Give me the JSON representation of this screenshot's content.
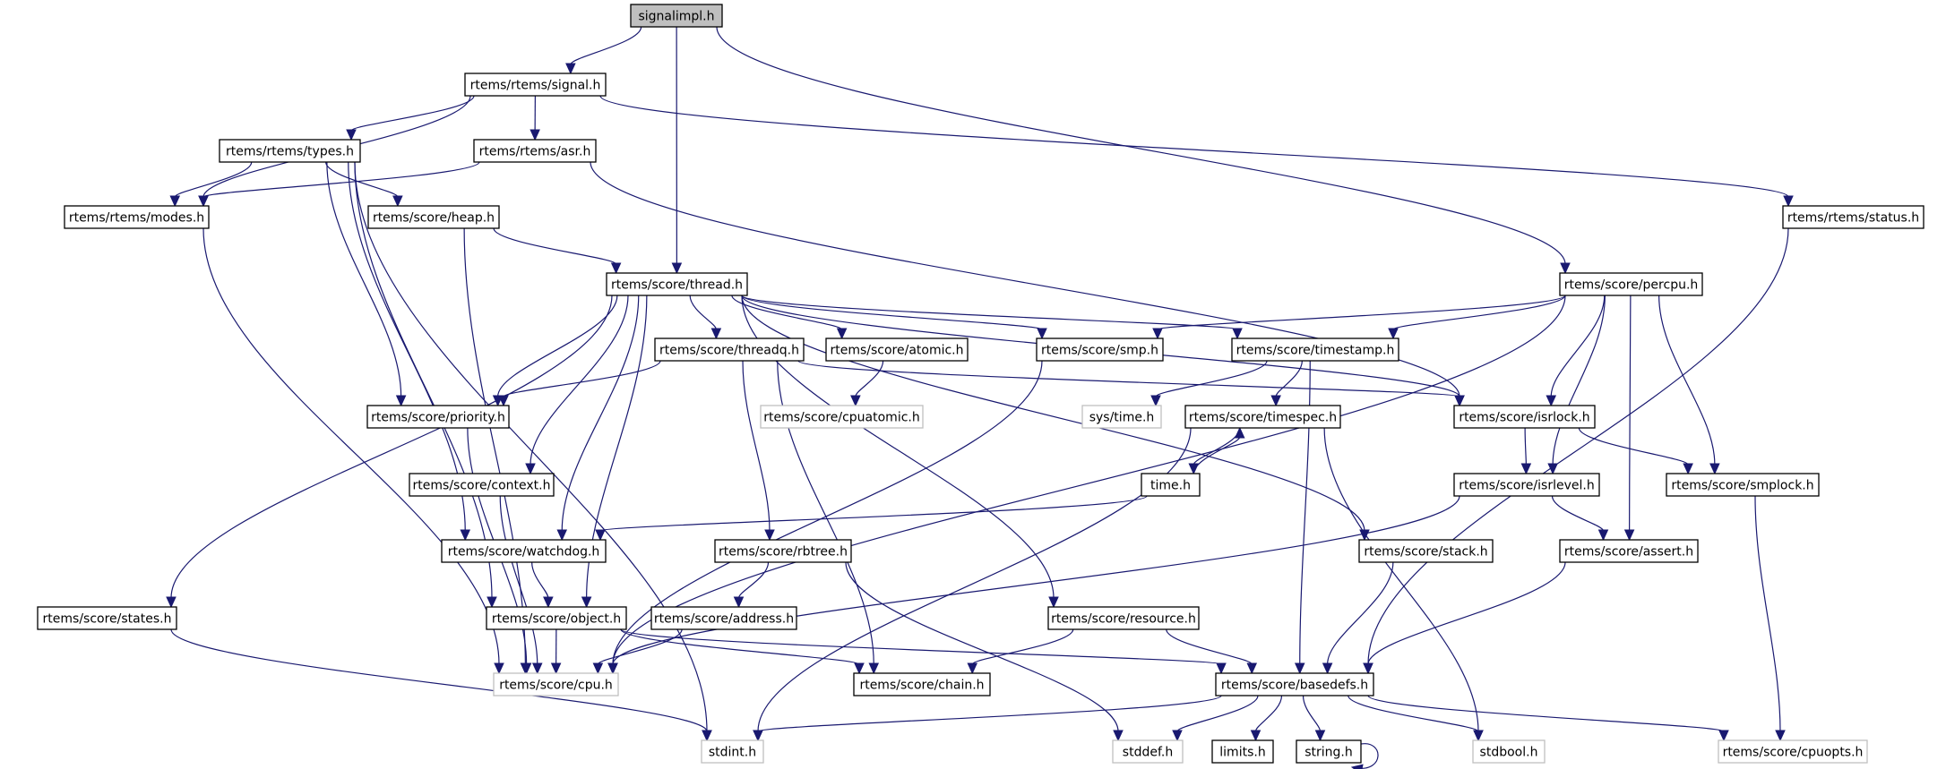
{
  "title": "signalimpl.h include dependency graph",
  "colors": {
    "edge": "#191970",
    "root_fill": "#bfbfbf",
    "node_border": "#000000",
    "external_border": "#bfbfbf"
  },
  "nodes": [
    {
      "id": "signalimpl",
      "label": "signalimpl.h",
      "kind": "root"
    },
    {
      "id": "signal",
      "label": "rtems/rtems/signal.h",
      "kind": "documented"
    },
    {
      "id": "types",
      "label": "rtems/rtems/types.h",
      "kind": "documented"
    },
    {
      "id": "asr",
      "label": "rtems/rtems/asr.h",
      "kind": "documented"
    },
    {
      "id": "modes",
      "label": "rtems/rtems/modes.h",
      "kind": "documented"
    },
    {
      "id": "heap",
      "label": "rtems/score/heap.h",
      "kind": "documented"
    },
    {
      "id": "status",
      "label": "rtems/rtems/status.h",
      "kind": "documented"
    },
    {
      "id": "thread",
      "label": "rtems/score/thread.h",
      "kind": "documented"
    },
    {
      "id": "percpu",
      "label": "rtems/score/percpu.h",
      "kind": "documented"
    },
    {
      "id": "threadq",
      "label": "rtems/score/threadq.h",
      "kind": "documented"
    },
    {
      "id": "atomic",
      "label": "rtems/score/atomic.h",
      "kind": "documented"
    },
    {
      "id": "smp",
      "label": "rtems/score/smp.h",
      "kind": "documented"
    },
    {
      "id": "timestamp",
      "label": "rtems/score/timestamp.h",
      "kind": "documented"
    },
    {
      "id": "priority",
      "label": "rtems/score/priority.h",
      "kind": "documented"
    },
    {
      "id": "cpuatomic",
      "label": "rtems/score/cpuatomic.h",
      "kind": "external"
    },
    {
      "id": "systime",
      "label": "sys/time.h",
      "kind": "external"
    },
    {
      "id": "timespec",
      "label": "rtems/score/timespec.h",
      "kind": "documented"
    },
    {
      "id": "isrlock",
      "label": "rtems/score/isrlock.h",
      "kind": "documented"
    },
    {
      "id": "context",
      "label": "rtems/score/context.h",
      "kind": "documented"
    },
    {
      "id": "time",
      "label": "time.h",
      "kind": "documented"
    },
    {
      "id": "isrlevel",
      "label": "rtems/score/isrlevel.h",
      "kind": "documented"
    },
    {
      "id": "smplock",
      "label": "rtems/score/smplock.h",
      "kind": "documented"
    },
    {
      "id": "watchdog",
      "label": "rtems/score/watchdog.h",
      "kind": "documented"
    },
    {
      "id": "rbtree",
      "label": "rtems/score/rbtree.h",
      "kind": "documented"
    },
    {
      "id": "stack",
      "label": "rtems/score/stack.h",
      "kind": "documented"
    },
    {
      "id": "assert",
      "label": "rtems/score/assert.h",
      "kind": "documented"
    },
    {
      "id": "states",
      "label": "rtems/score/states.h",
      "kind": "documented"
    },
    {
      "id": "object",
      "label": "rtems/score/object.h",
      "kind": "documented"
    },
    {
      "id": "address",
      "label": "rtems/score/address.h",
      "kind": "documented"
    },
    {
      "id": "resource",
      "label": "rtems/score/resource.h",
      "kind": "documented"
    },
    {
      "id": "cpu",
      "label": "rtems/score/cpu.h",
      "kind": "external"
    },
    {
      "id": "chain",
      "label": "rtems/score/chain.h",
      "kind": "documented"
    },
    {
      "id": "basedefs",
      "label": "rtems/score/basedefs.h",
      "kind": "documented"
    },
    {
      "id": "stdint",
      "label": "stdint.h",
      "kind": "external"
    },
    {
      "id": "stddef",
      "label": "stddef.h",
      "kind": "external"
    },
    {
      "id": "limits",
      "label": "limits.h",
      "kind": "documented"
    },
    {
      "id": "string",
      "label": "string.h",
      "kind": "documented"
    },
    {
      "id": "stdbool",
      "label": "stdbool.h",
      "kind": "external"
    },
    {
      "id": "cpuopts",
      "label": "rtems/score/cpuopts.h",
      "kind": "external"
    }
  ],
  "edges": [
    [
      "signalimpl",
      "signal"
    ],
    [
      "signalimpl",
      "thread"
    ],
    [
      "signalimpl",
      "percpu"
    ],
    [
      "signal",
      "types"
    ],
    [
      "signal",
      "asr"
    ],
    [
      "signal",
      "modes"
    ],
    [
      "signal",
      "status"
    ],
    [
      "types",
      "modes"
    ],
    [
      "types",
      "heap"
    ],
    [
      "types",
      "priority"
    ],
    [
      "types",
      "watchdog"
    ],
    [
      "types",
      "object"
    ],
    [
      "types",
      "stdint"
    ],
    [
      "asr",
      "modes"
    ],
    [
      "asr",
      "isrlock"
    ],
    [
      "modes",
      "cpu"
    ],
    [
      "heap",
      "thread"
    ],
    [
      "heap",
      "cpu"
    ],
    [
      "status",
      "basedefs"
    ],
    [
      "thread",
      "threadq"
    ],
    [
      "thread",
      "atomic"
    ],
    [
      "thread",
      "priority"
    ],
    [
      "thread",
      "context"
    ],
    [
      "thread",
      "watchdog"
    ],
    [
      "thread",
      "object"
    ],
    [
      "thread",
      "states"
    ],
    [
      "thread",
      "timestamp"
    ],
    [
      "thread",
      "isrlock"
    ],
    [
      "thread",
      "resource"
    ],
    [
      "thread",
      "stack"
    ],
    [
      "thread",
      "smp"
    ],
    [
      "percpu",
      "smp"
    ],
    [
      "percpu",
      "timestamp"
    ],
    [
      "percpu",
      "cpu"
    ],
    [
      "percpu",
      "isrlock"
    ],
    [
      "percpu",
      "isrlevel"
    ],
    [
      "percpu",
      "smplock"
    ],
    [
      "percpu",
      "assert"
    ],
    [
      "threadq",
      "priority"
    ],
    [
      "threadq",
      "isrlock"
    ],
    [
      "threadq",
      "rbtree"
    ],
    [
      "threadq",
      "chain"
    ],
    [
      "atomic",
      "cpuatomic"
    ],
    [
      "smp",
      "cpu"
    ],
    [
      "timestamp",
      "systime"
    ],
    [
      "timestamp",
      "timespec"
    ],
    [
      "timestamp",
      "basedefs"
    ],
    [
      "timespec",
      "time"
    ],
    [
      "timespec",
      "stdint"
    ],
    [
      "timespec",
      "stdbool"
    ],
    [
      "time",
      "timespec"
    ],
    [
      "time",
      "watchdog"
    ],
    [
      "priority",
      "cpu"
    ],
    [
      "context",
      "cpu"
    ],
    [
      "isrlock",
      "isrlevel"
    ],
    [
      "isrlock",
      "smplock"
    ],
    [
      "isrlevel",
      "assert"
    ],
    [
      "isrlevel",
      "cpu"
    ],
    [
      "smplock",
      "cpuopts"
    ],
    [
      "watchdog",
      "object"
    ],
    [
      "rbtree",
      "address"
    ],
    [
      "rbtree",
      "stddef"
    ],
    [
      "stack",
      "basedefs"
    ],
    [
      "assert",
      "basedefs"
    ],
    [
      "states",
      "stdint"
    ],
    [
      "object",
      "cpu"
    ],
    [
      "object",
      "chain"
    ],
    [
      "object",
      "basedefs"
    ],
    [
      "address",
      "cpu"
    ],
    [
      "resource",
      "chain"
    ],
    [
      "resource",
      "basedefs"
    ],
    [
      "basedefs",
      "stdint"
    ],
    [
      "basedefs",
      "stddef"
    ],
    [
      "basedefs",
      "limits"
    ],
    [
      "basedefs",
      "string"
    ],
    [
      "basedefs",
      "stdbool"
    ],
    [
      "basedefs",
      "cpuopts"
    ],
    [
      "string",
      "string"
    ]
  ]
}
